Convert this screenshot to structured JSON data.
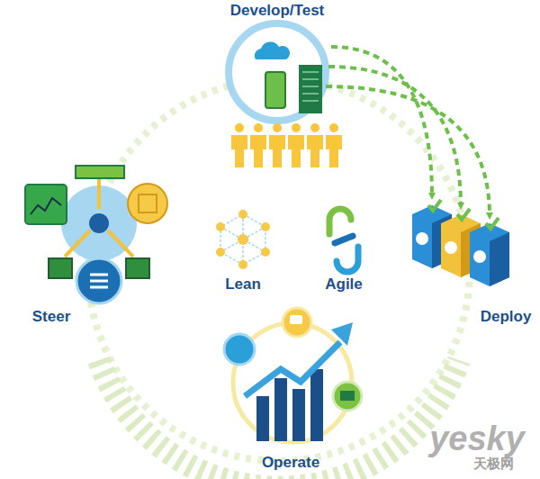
{
  "diagram": {
    "nodes": [
      {
        "text": [
          "Develop/Test"
        ]
      },
      {
        "text": [
          "Deploy"
        ]
      },
      {
        "text": [
          "Steer"
        ]
      },
      {
        "text": [
          "Operate"
        ]
      }
    ],
    "edges": [
      {
        "from": 0,
        "to": 1,
        "arrow": "to"
      }
    ],
    "labels": [
      "Lean",
      "Agile",
      "yesky",
      "天极网"
    ]
  }
}
